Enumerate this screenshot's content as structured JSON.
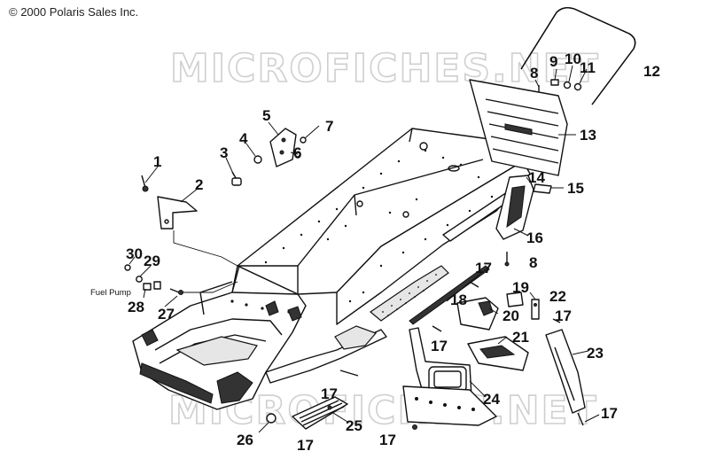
{
  "copyright": "© 2000 Polaris Sales Inc.",
  "watermark": "MICROFICHES.NET",
  "labels": {
    "fuel_pump": "Fuel Pump"
  },
  "callouts": {
    "c1": "1",
    "c2": "2",
    "c3": "3",
    "c4": "4",
    "c5": "5",
    "c6": "6",
    "c7": "7",
    "c8a": "8",
    "c8b": "8",
    "c9": "9",
    "c10": "10",
    "c11": "11",
    "c12": "12",
    "c13": "13",
    "c14": "14",
    "c15": "15",
    "c16": "16",
    "c17a": "17",
    "c17b": "17",
    "c17c": "17",
    "c17d": "17",
    "c17e": "17",
    "c17f": "17",
    "c17g": "17",
    "c18": "18",
    "c19": "19",
    "c20": "20",
    "c21": "21",
    "c22": "22",
    "c23": "23",
    "c24": "24",
    "c25": "25",
    "c26": "26",
    "c27": "27",
    "c28": "28",
    "c29": "29",
    "c30": "30"
  }
}
